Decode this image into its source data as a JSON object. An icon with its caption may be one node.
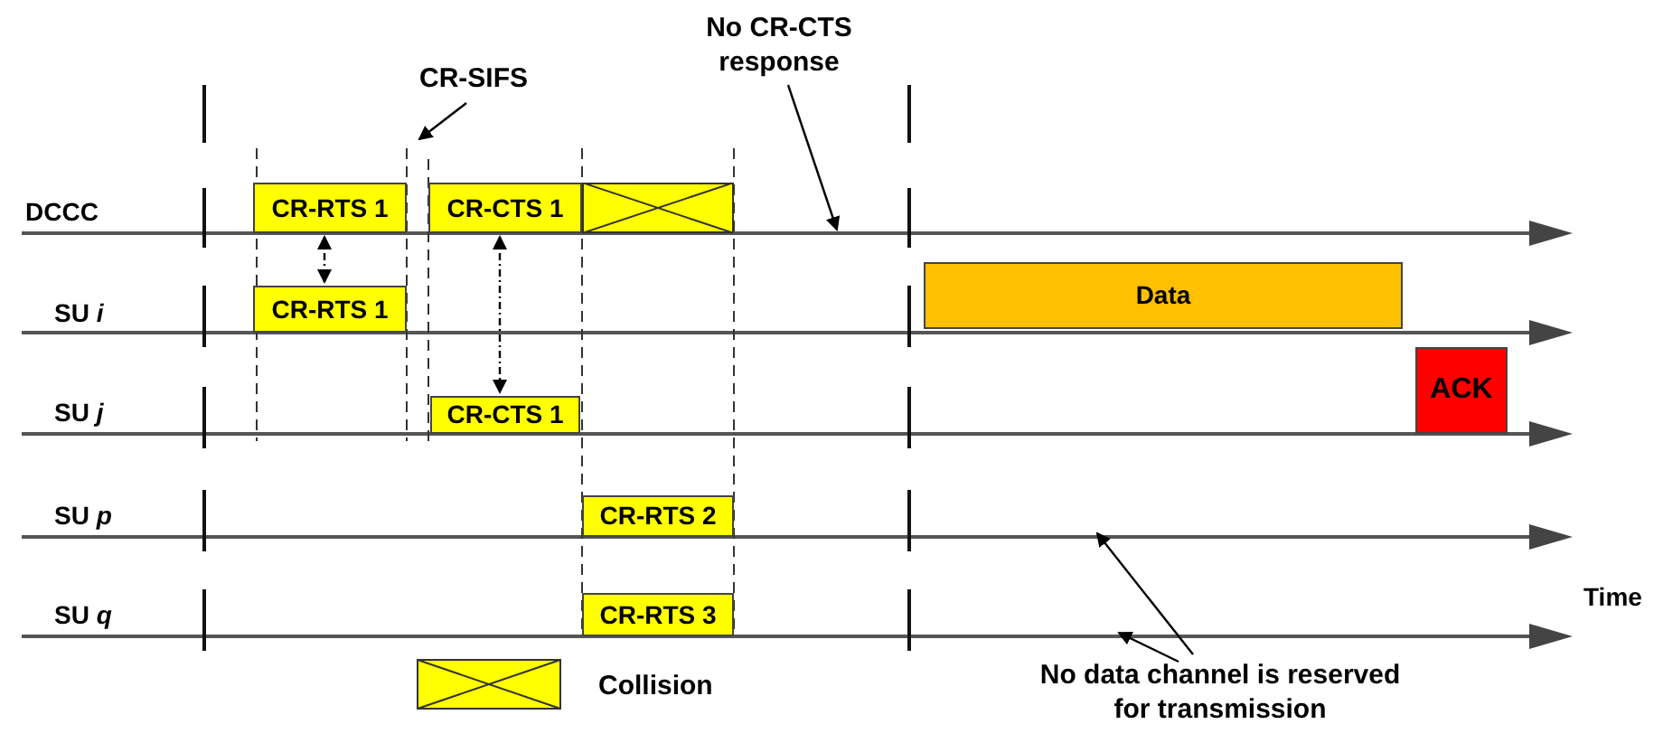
{
  "diagram": {
    "nodes": [
      {
        "text": [
          "CR-RTS 1"
        ]
      },
      {
        "text": [
          "CR-CTS 1"
        ]
      },
      {
        "text": [],
        "shape": "box"
      },
      {
        "text": [
          "CR-RTS 1"
        ]
      },
      {
        "text": [
          "Data"
        ]
      },
      {
        "text": [
          "CR-CTS 1"
        ]
      },
      {
        "text": [
          "ACK"
        ]
      },
      {
        "text": [
          "CR-RTS 2"
        ]
      },
      {
        "text": [
          "CR-RTS 3"
        ]
      },
      {
        "text": [
          "CR-SIFS"
        ]
      },
      {
        "text": [
          "No CR-CTS response"
        ]
      },
      {
        "text": [
          "No data channel is reserved for transmission"
        ]
      },
      {
        "text": [],
        "shape": "arrow"
      },
      {
        "text": [],
        "shape": "arrow"
      },
      {
        "text": [],
        "shape": "arrow"
      }
    ],
    "edges": [
      {
        "from": 0,
        "to": 3,
        "arrow": "both",
        "style": "dashed"
      },
      {
        "from": 1,
        "to": 5,
        "arrow": "both",
        "style": "dashed"
      },
      {
        "from": 9,
        "to": null,
        "arrow": "to"
      },
      {
        "from": 10,
        "to": 12,
        "arrow": "to"
      },
      {
        "from": 11,
        "to": 13,
        "arrow": "to"
      },
      {
        "from": 11,
        "to": 14,
        "arrow": "to"
      }
    ],
    "labels": [
      "DCCC",
      "SU *i*",
      "SU *j*",
      "SU *p*",
      "SU *q*",
      "Time"
    ],
    "legend": [
      {
        "text": "Collision"
      }
    ]
  }
}
